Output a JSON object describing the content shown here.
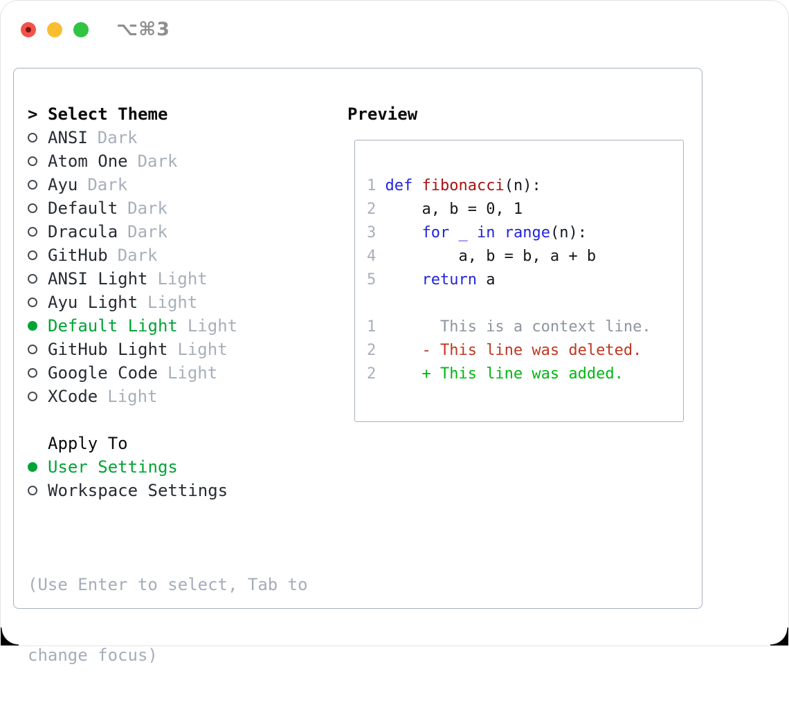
{
  "window": {
    "title": "⌥⌘3",
    "controls": [
      "close-button",
      "minimize-button",
      "zoom-button"
    ]
  },
  "theme_panel": {
    "header": {
      "prompt": ">",
      "label": "Select Theme"
    },
    "themes": [
      {
        "name": "ANSI",
        "variant": "Dark",
        "selected": false
      },
      {
        "name": "Atom One",
        "variant": "Dark",
        "selected": false
      },
      {
        "name": "Ayu",
        "variant": "Dark",
        "selected": false
      },
      {
        "name": "Default",
        "variant": "Dark",
        "selected": false
      },
      {
        "name": "Dracula",
        "variant": "Dark",
        "selected": false
      },
      {
        "name": "GitHub",
        "variant": "Dark",
        "selected": false
      },
      {
        "name": "ANSI Light",
        "variant": "Light",
        "selected": false
      },
      {
        "name": "Ayu Light",
        "variant": "Light",
        "selected": false
      },
      {
        "name": "Default Light",
        "variant": "Light",
        "selected": true
      },
      {
        "name": "GitHub Light",
        "variant": "Light",
        "selected": false
      },
      {
        "name": "Google Code",
        "variant": "Light",
        "selected": false
      },
      {
        "name": "XCode",
        "variant": "Light",
        "selected": false
      }
    ],
    "apply_to": {
      "label": "Apply To",
      "options": [
        {
          "label": "User Settings",
          "selected": true
        },
        {
          "label": "Workspace Settings",
          "selected": false
        }
      ]
    },
    "help_lines": [
      "(Use Enter to select, Tab to",
      "change focus)"
    ]
  },
  "preview": {
    "label": "Preview",
    "lines": [
      {
        "kind": "code",
        "segments": [
          [
            "num",
            "1 "
          ],
          [
            "kw",
            "def"
          ],
          [
            "plain",
            " "
          ],
          [
            "fn",
            "fibonacci"
          ],
          [
            "plain",
            "(n):"
          ]
        ]
      },
      {
        "kind": "code",
        "segments": [
          [
            "num",
            "2"
          ],
          [
            "plain",
            "     a, b = 0, 1"
          ]
        ]
      },
      {
        "kind": "code",
        "segments": [
          [
            "num",
            "3"
          ],
          [
            "plain",
            "     "
          ],
          [
            "kw",
            "for"
          ],
          [
            "plain",
            " "
          ],
          [
            "kw",
            "_"
          ],
          [
            "plain",
            " "
          ],
          [
            "kw",
            "in"
          ],
          [
            "plain",
            " "
          ],
          [
            "kw",
            "range"
          ],
          [
            "plain",
            "(n):"
          ]
        ]
      },
      {
        "kind": "code",
        "segments": [
          [
            "num",
            "4"
          ],
          [
            "plain",
            "         a, b = b, a + b"
          ]
        ]
      },
      {
        "kind": "code",
        "segments": [
          [
            "num",
            "5"
          ],
          [
            "plain",
            "     "
          ],
          [
            "kw",
            "return"
          ],
          [
            "plain",
            " a"
          ]
        ]
      },
      {
        "kind": "blank",
        "segments": []
      },
      {
        "kind": "diff-context",
        "segments": [
          [
            "num",
            "1"
          ],
          [
            "ctx",
            "       This is a context line."
          ]
        ]
      },
      {
        "kind": "diff-deleted",
        "segments": [
          [
            "num",
            "2"
          ],
          [
            "del",
            "     - This line was deleted."
          ]
        ]
      },
      {
        "kind": "diff-added",
        "segments": [
          [
            "num",
            "2"
          ],
          [
            "add",
            "     + This line was added."
          ]
        ]
      }
    ]
  },
  "colors": {
    "selected_green": "#00a435",
    "added_green": "#00b612",
    "deleted_red": "#c1361f",
    "keyword_blue": "#2124dd",
    "function_red": "#a81212",
    "muted_gray": "#a7afba",
    "context_gray": "#8e959e",
    "border_gray": "#a8b1bb",
    "traffic_red": "#f3534b",
    "traffic_yellow": "#f9bd31",
    "traffic_green": "#2fc441"
  }
}
